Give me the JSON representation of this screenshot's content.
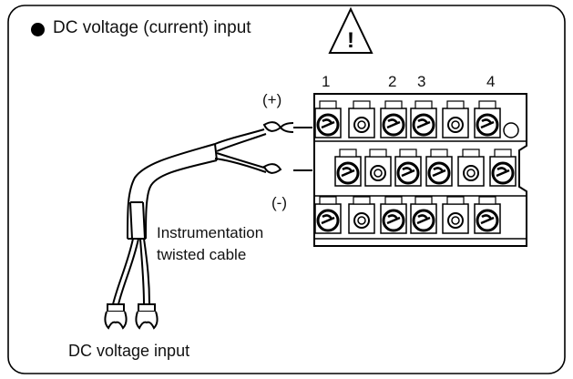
{
  "title": "DC voltage (current) input",
  "warning_glyph": "!",
  "labels": {
    "positive": "(+)",
    "negative": "(-)",
    "cable_line1": "Instrumentation",
    "cable_line2": "twisted cable",
    "dc_voltage_input": "DC voltage input"
  },
  "terminal_numbers": [
    "1",
    "2",
    "3",
    "4"
  ],
  "icons": {
    "bullet": "filled-circle-icon",
    "warning": "warning-triangle-icon"
  }
}
